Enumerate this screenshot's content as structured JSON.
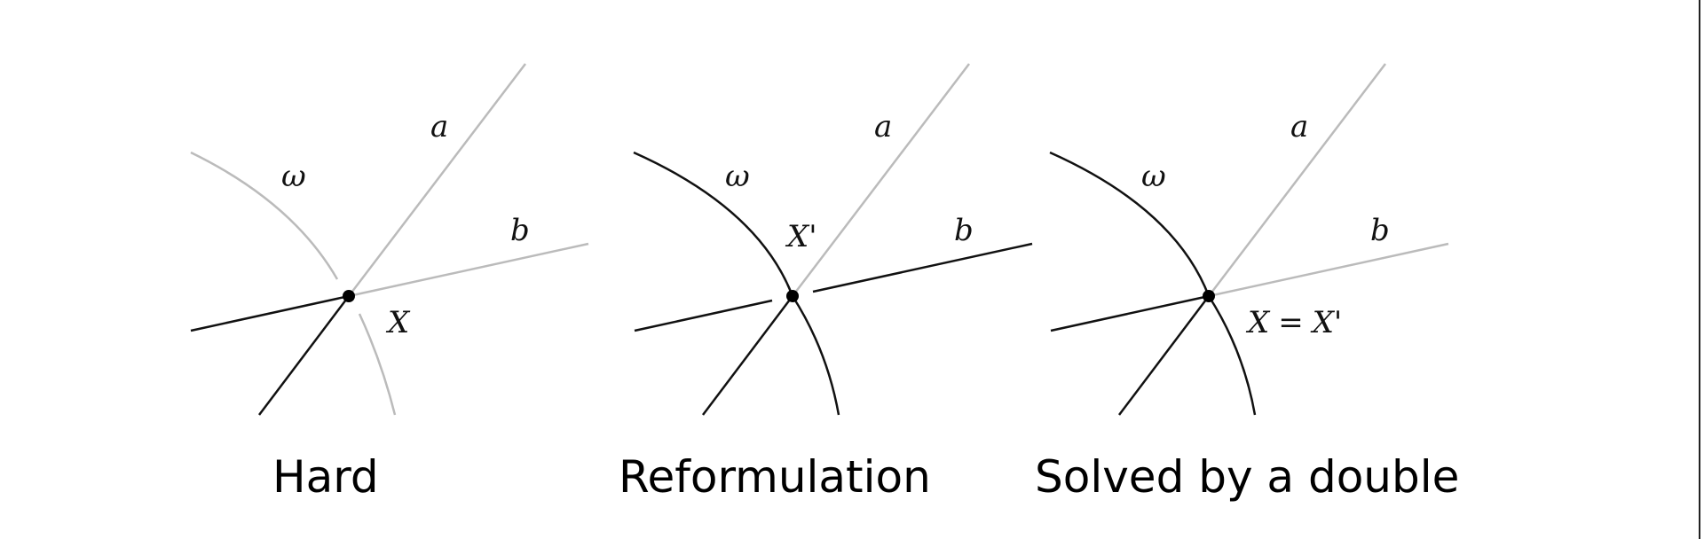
{
  "colors": {
    "dark": "#111111",
    "light": "#bbbbbb",
    "point": "#000000"
  },
  "panels": [
    {
      "caption": "Hard",
      "labels": {
        "omega": "ω",
        "a": "a",
        "b": "b",
        "point": "X"
      }
    },
    {
      "caption": "Reformulation",
      "labels": {
        "omega": "ω",
        "a": "a",
        "b": "b",
        "point": "X'"
      }
    },
    {
      "caption": "Solved by a double",
      "labels": {
        "omega": "ω",
        "a": "a",
        "b": "b",
        "point_left": "X",
        "point_eq": "=",
        "point_right": "X'"
      }
    }
  ]
}
